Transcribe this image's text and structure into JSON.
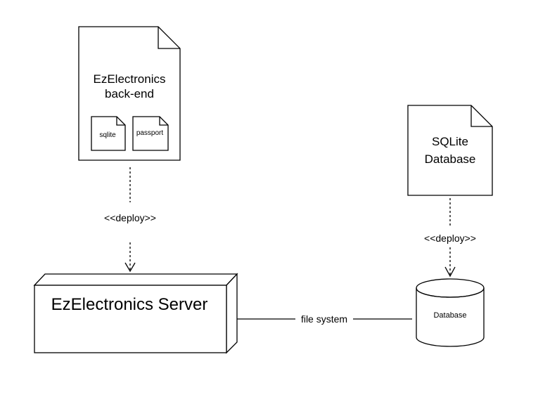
{
  "artifacts": {
    "backend": {
      "line1": "EzElectronics",
      "line2": "back-end"
    },
    "sqlite_lib": {
      "label": "sqlite"
    },
    "passport_lib": {
      "label": "passport"
    },
    "sqlite_db": {
      "line1": "SQLite",
      "line2": "Database"
    }
  },
  "nodes": {
    "server": {
      "label": "EzElectronics Server"
    },
    "database": {
      "label": "Database"
    }
  },
  "connectors": {
    "deploy_backend": {
      "label": "<<deploy>>"
    },
    "deploy_db": {
      "label": "<<deploy>>"
    },
    "file_system": {
      "label": "file system"
    }
  }
}
